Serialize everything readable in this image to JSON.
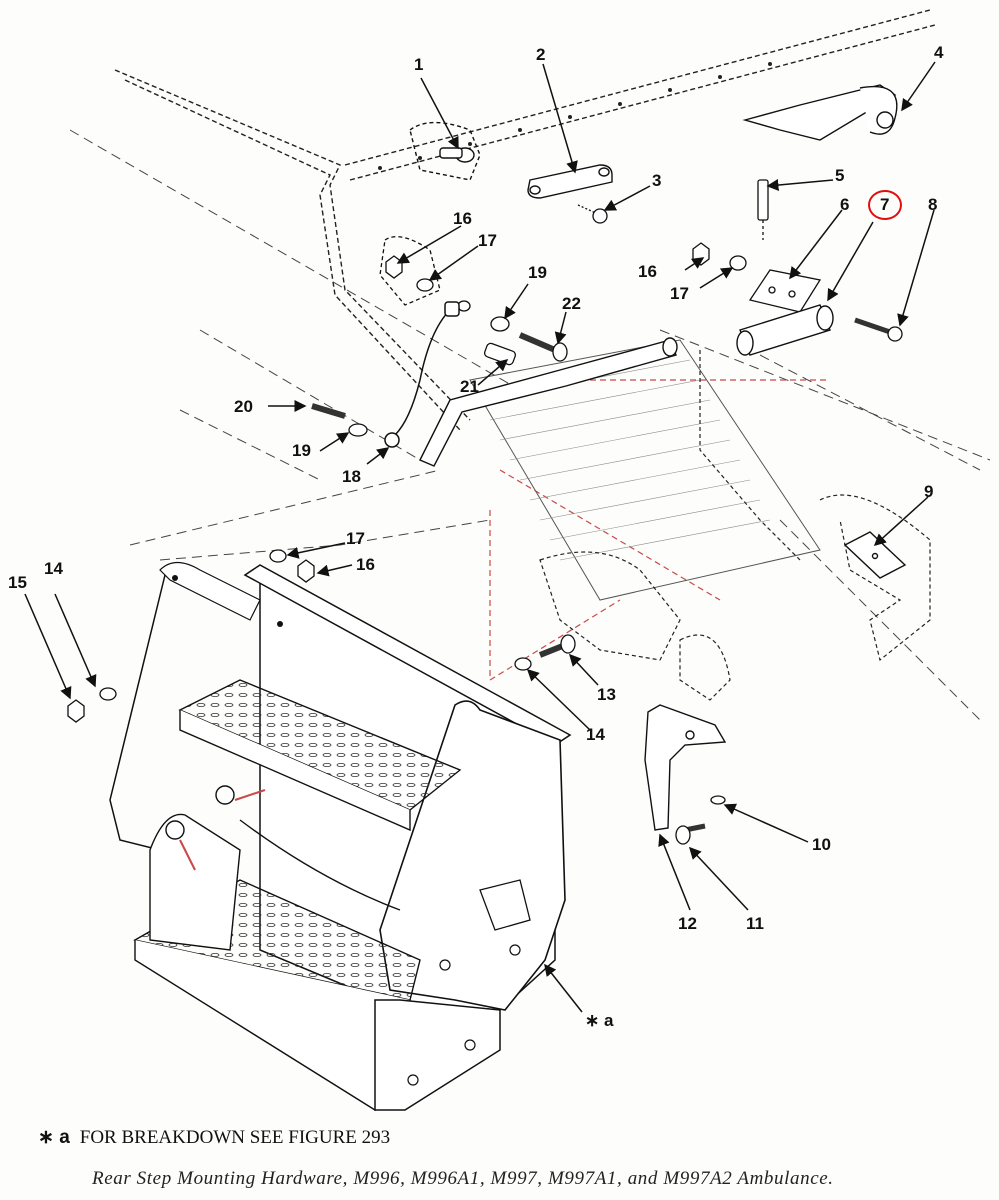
{
  "diagram": {
    "callouts": [
      {
        "id": "c1",
        "text": "1"
      },
      {
        "id": "c2",
        "text": "2"
      },
      {
        "id": "c3",
        "text": "3"
      },
      {
        "id": "c4",
        "text": "4"
      },
      {
        "id": "c5",
        "text": "5"
      },
      {
        "id": "c6",
        "text": "6"
      },
      {
        "id": "c7",
        "text": "7"
      },
      {
        "id": "c8",
        "text": "8"
      },
      {
        "id": "c9",
        "text": "9"
      },
      {
        "id": "c10",
        "text": "10"
      },
      {
        "id": "c11",
        "text": "11"
      },
      {
        "id": "c12",
        "text": "12"
      },
      {
        "id": "c13",
        "text": "13"
      },
      {
        "id": "c14a",
        "text": "14"
      },
      {
        "id": "c14b",
        "text": "14"
      },
      {
        "id": "c15",
        "text": "15"
      },
      {
        "id": "c16a",
        "text": "16"
      },
      {
        "id": "c16b",
        "text": "16"
      },
      {
        "id": "c16c",
        "text": "16"
      },
      {
        "id": "c17a",
        "text": "17"
      },
      {
        "id": "c17b",
        "text": "17"
      },
      {
        "id": "c17c",
        "text": "17"
      },
      {
        "id": "c18",
        "text": "18"
      },
      {
        "id": "c19a",
        "text": "19"
      },
      {
        "id": "c19b",
        "text": "19"
      },
      {
        "id": "c20",
        "text": "20"
      },
      {
        "id": "c21",
        "text": "21"
      },
      {
        "id": "c22",
        "text": "22"
      },
      {
        "id": "ca",
        "text": "∗ a"
      }
    ],
    "highlighted_callout": "7",
    "highlight_color": "#e01010",
    "footnote": {
      "mark": "∗ a",
      "text": "FOR BREAKDOWN SEE FIGURE  293"
    },
    "caption": "Rear Step Mounting Hardware, M996, M996A1, M997, M997A1, and M997A2 Ambulance."
  }
}
